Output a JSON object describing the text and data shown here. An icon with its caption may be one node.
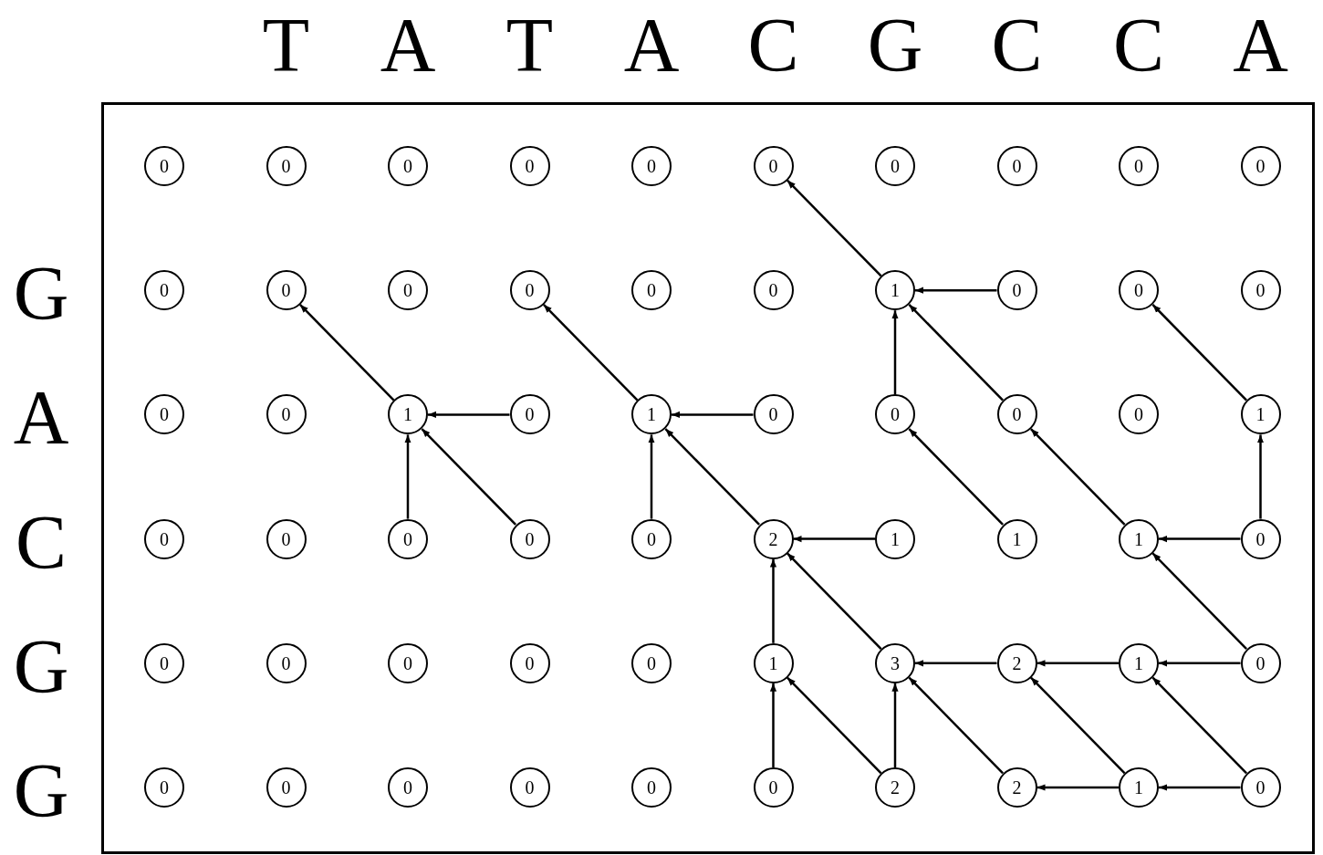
{
  "diagram": {
    "nodes": [
      {
        "text": [
          "0"
        ]
      },
      {
        "text": [
          "0"
        ]
      },
      {
        "text": [
          "0"
        ]
      },
      {
        "text": [
          "0"
        ]
      },
      {
        "text": [
          "0"
        ]
      },
      {
        "text": [
          "0"
        ]
      },
      {
        "text": [
          "0"
        ]
      },
      {
        "text": [
          "0"
        ]
      },
      {
        "text": [
          "0"
        ]
      },
      {
        "text": [
          "0"
        ]
      },
      {
        "text": [
          "0"
        ]
      },
      {
        "text": [
          "0"
        ]
      },
      {
        "text": [
          "0"
        ]
      },
      {
        "text": [
          "0"
        ]
      },
      {
        "text": [
          "0"
        ]
      },
      {
        "text": [
          "0"
        ]
      },
      {
        "text": [
          "1"
        ]
      },
      {
        "text": [
          "0"
        ]
      },
      {
        "text": [
          "0"
        ]
      },
      {
        "text": [
          "0"
        ]
      },
      {
        "text": [
          "0"
        ]
      },
      {
        "text": [
          "0"
        ]
      },
      {
        "text": [
          "1"
        ]
      },
      {
        "text": [
          "0"
        ]
      },
      {
        "text": [
          "1"
        ]
      },
      {
        "text": [
          "0"
        ]
      },
      {
        "text": [
          "0"
        ]
      },
      {
        "text": [
          "0"
        ]
      },
      {
        "text": [
          "0"
        ]
      },
      {
        "text": [
          "1"
        ]
      },
      {
        "text": [
          "0"
        ]
      },
      {
        "text": [
          "0"
        ]
      },
      {
        "text": [
          "0"
        ]
      },
      {
        "text": [
          "0"
        ]
      },
      {
        "text": [
          "0"
        ]
      },
      {
        "text": [
          "2"
        ]
      },
      {
        "text": [
          "1"
        ]
      },
      {
        "text": [
          "1"
        ]
      },
      {
        "text": [
          "1"
        ]
      },
      {
        "text": [
          "0"
        ]
      },
      {
        "text": [
          "0"
        ]
      },
      {
        "text": [
          "0"
        ]
      },
      {
        "text": [
          "0"
        ]
      },
      {
        "text": [
          "0"
        ]
      },
      {
        "text": [
          "0"
        ]
      },
      {
        "text": [
          "1"
        ]
      },
      {
        "text": [
          "3"
        ]
      },
      {
        "text": [
          "2"
        ]
      },
      {
        "text": [
          "1"
        ]
      },
      {
        "text": [
          "0"
        ]
      },
      {
        "text": [
          "0"
        ]
      },
      {
        "text": [
          "0"
        ]
      },
      {
        "text": [
          "0"
        ]
      },
      {
        "text": [
          "0"
        ]
      },
      {
        "text": [
          "0"
        ]
      },
      {
        "text": [
          "0"
        ]
      },
      {
        "text": [
          "2"
        ]
      },
      {
        "text": [
          "2"
        ]
      },
      {
        "text": [
          "1"
        ]
      },
      {
        "text": [
          "0"
        ]
      }
    ],
    "edges": [
      {
        "from": 16,
        "to": 5,
        "arrow": "to"
      },
      {
        "from": 17,
        "to": 16,
        "arrow": "to"
      },
      {
        "from": 22,
        "to": 11,
        "arrow": "to"
      },
      {
        "from": 23,
        "to": 22,
        "arrow": "to"
      },
      {
        "from": 24,
        "to": 13,
        "arrow": "to"
      },
      {
        "from": 25,
        "to": 24,
        "arrow": "to"
      },
      {
        "from": 26,
        "to": 16,
        "arrow": "to"
      },
      {
        "from": 27,
        "to": 16,
        "arrow": "to"
      },
      {
        "from": 29,
        "to": 18,
        "arrow": "to"
      },
      {
        "from": 32,
        "to": 22,
        "arrow": "to"
      },
      {
        "from": 33,
        "to": 22,
        "arrow": "to"
      },
      {
        "from": 34,
        "to": 24,
        "arrow": "to"
      },
      {
        "from": 35,
        "to": 24,
        "arrow": "to"
      },
      {
        "from": 36,
        "to": 35,
        "arrow": "to"
      },
      {
        "from": 37,
        "to": 26,
        "arrow": "to"
      },
      {
        "from": 38,
        "to": 27,
        "arrow": "to"
      },
      {
        "from": 39,
        "to": 38,
        "arrow": "to"
      },
      {
        "from": 39,
        "to": 29,
        "arrow": "to"
      },
      {
        "from": 45,
        "to": 35,
        "arrow": "to"
      },
      {
        "from": 46,
        "to": 35,
        "arrow": "to"
      },
      {
        "from": 47,
        "to": 46,
        "arrow": "to"
      },
      {
        "from": 48,
        "to": 47,
        "arrow": "to"
      },
      {
        "from": 49,
        "to": 48,
        "arrow": "to"
      },
      {
        "from": 49,
        "to": 38,
        "arrow": "to"
      },
      {
        "from": 55,
        "to": 45,
        "arrow": "to"
      },
      {
        "from": 56,
        "to": 45,
        "arrow": "to"
      },
      {
        "from": 56,
        "to": 46,
        "arrow": "to"
      },
      {
        "from": 57,
        "to": 46,
        "arrow": "to"
      },
      {
        "from": 58,
        "to": 47,
        "arrow": "to"
      },
      {
        "from": 58,
        "to": 57,
        "arrow": "to"
      },
      {
        "from": 59,
        "to": 58,
        "arrow": "to"
      },
      {
        "from": 59,
        "to": 48,
        "arrow": "to"
      }
    ],
    "labels": [
      "T",
      "A",
      "T",
      "A",
      "C",
      "G",
      "C",
      "C",
      "A",
      "G",
      "A",
      "C",
      "G",
      "G"
    ]
  }
}
